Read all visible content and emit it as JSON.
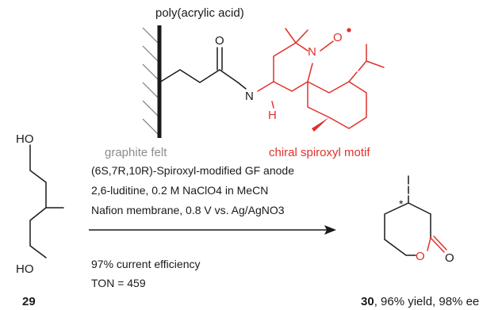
{
  "polymer_label": "poly(acrylic acid)",
  "support_label": "graphite felt",
  "motif_label": "chiral spiroxyl motif",
  "atoms": {
    "oxygen_carbonyl": "O",
    "amide_n": "N",
    "amide_h": "H",
    "nitroxide_n": "N",
    "nitroxide_o": "O",
    "substrate_oh_top": "HO",
    "substrate_oh_bottom": "HO",
    "lactone_ring_o": "O",
    "lactone_carbonyl_o": "O",
    "stereo_star": "*"
  },
  "substrate": {
    "number": "29"
  },
  "product": {
    "number": "30",
    "result": ", 96% yield, 98% ee"
  },
  "conditions_above": [
    "(6S,7R,10R)-Spiroxyl-modified GF anode",
    "2,6-luditine, 0.2 M NaClO4 in MeCN",
    "Nafion membrane, 0.8 V vs. Ag/AgNO3"
  ],
  "conditions_below": [
    "97% current efficiency",
    "TON = 459"
  ],
  "colors": {
    "highlight": "#e0302a",
    "support": "#8c8c8c",
    "text": "#1a1a1a"
  }
}
